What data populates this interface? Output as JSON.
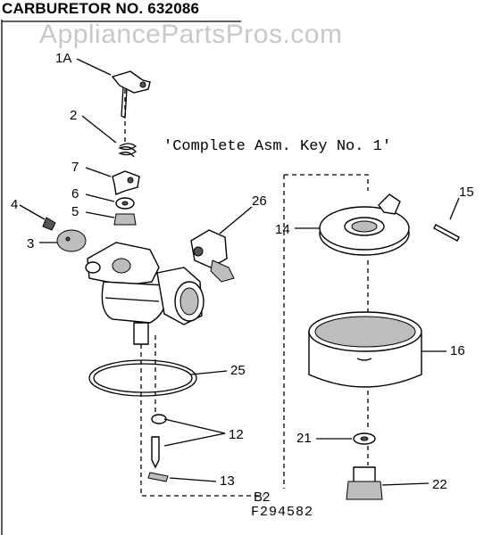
{
  "title": "CARBURETOR NO. 632086",
  "watermark": "AppliancePartsPros.com",
  "note": "'Complete Asm. Key No. 1'",
  "figure_id": "F294582",
  "callouts": {
    "c1a": "1A",
    "c2": "2",
    "c7": "7",
    "c6": "6",
    "c5": "5",
    "c4": "4",
    "c3": "3",
    "c26": "26",
    "c14": "14",
    "c15": "15",
    "c16": "16",
    "c25": "25",
    "c12": "12",
    "c21": "21",
    "c22": "22",
    "c13": "13",
    "cb2": "B2"
  }
}
